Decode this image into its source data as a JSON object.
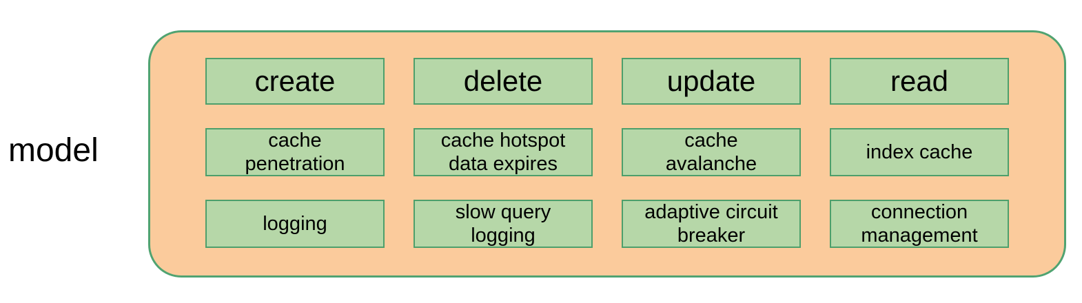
{
  "colors": {
    "background": "#ffffff",
    "container_fill": "#FBCB9C",
    "container_border": "#50A371",
    "box_fill": "#B6D7A8",
    "box_border": "#4D9F6B",
    "text": "#000000"
  },
  "diagram": {
    "label": "model",
    "grid": {
      "rows": [
        [
          "create",
          "delete",
          "update",
          "read"
        ],
        [
          "cache\npenetration",
          "cache hotspot\ndata expires",
          "cache\navalanche",
          "index cache"
        ],
        [
          "logging",
          "slow query\nlogging",
          "adaptive circuit\nbreaker",
          "connection\nmanagement"
        ]
      ]
    }
  }
}
